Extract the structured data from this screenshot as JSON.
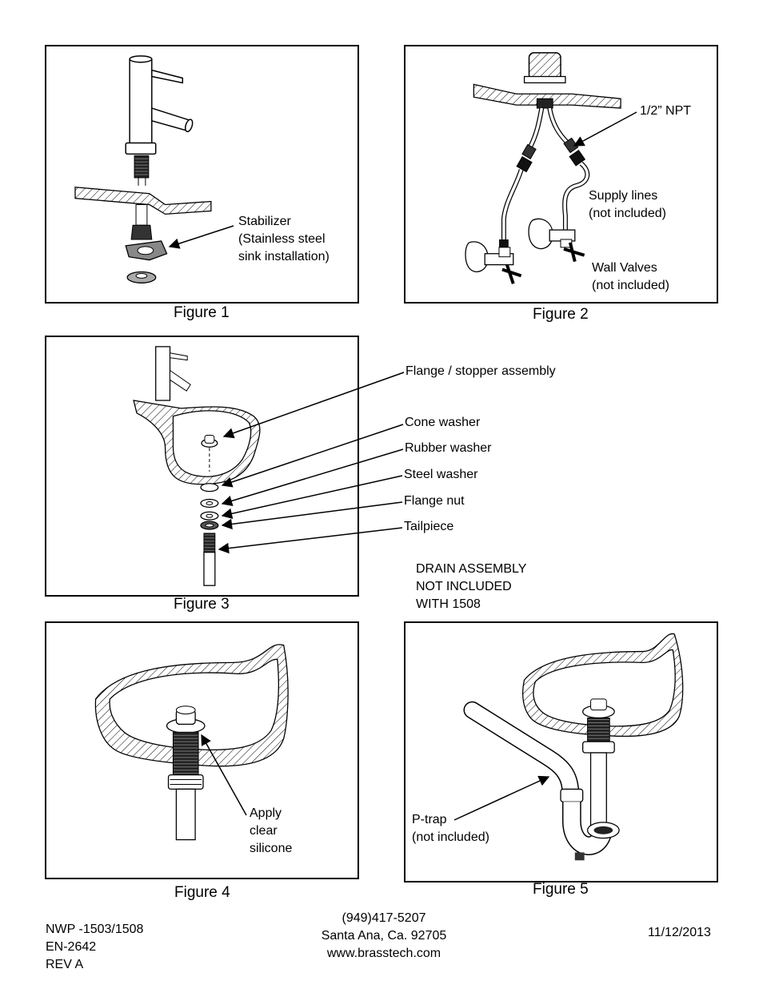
{
  "figures": {
    "f1": {
      "caption": "Figure 1",
      "stabilizer": [
        "Stabilizer",
        "(Stainless steel",
        "sink installation)"
      ]
    },
    "f2": {
      "caption": "Figure 2",
      "npt": "1/2” NPT",
      "supply": [
        "Supply lines",
        "(not included)"
      ],
      "valves": [
        "Wall Valves",
        "(not included)"
      ]
    },
    "f3": {
      "caption": "Figure 3",
      "parts": [
        "Flange / stopper assembly",
        "Cone washer",
        "Rubber washer",
        "Steel washer",
        "Flange nut",
        "Tailpiece"
      ],
      "note": [
        "DRAIN ASSEMBLY",
        "NOT INCLUDED",
        "WITH 1508"
      ]
    },
    "f4": {
      "caption": "Figure 4",
      "silicone": [
        "Apply",
        "clear",
        "silicone"
      ]
    },
    "f5": {
      "caption": "Figure 5",
      "ptrap": [
        "P-trap",
        "(not included)"
      ]
    }
  },
  "footer": {
    "left": [
      "NWP -1503/1508",
      "EN-2642",
      "REV A"
    ],
    "center": [
      "(949)417-5207",
      "Santa Ana, Ca. 92705",
      "www.brasstech.com"
    ],
    "date": "11/12/2013"
  }
}
